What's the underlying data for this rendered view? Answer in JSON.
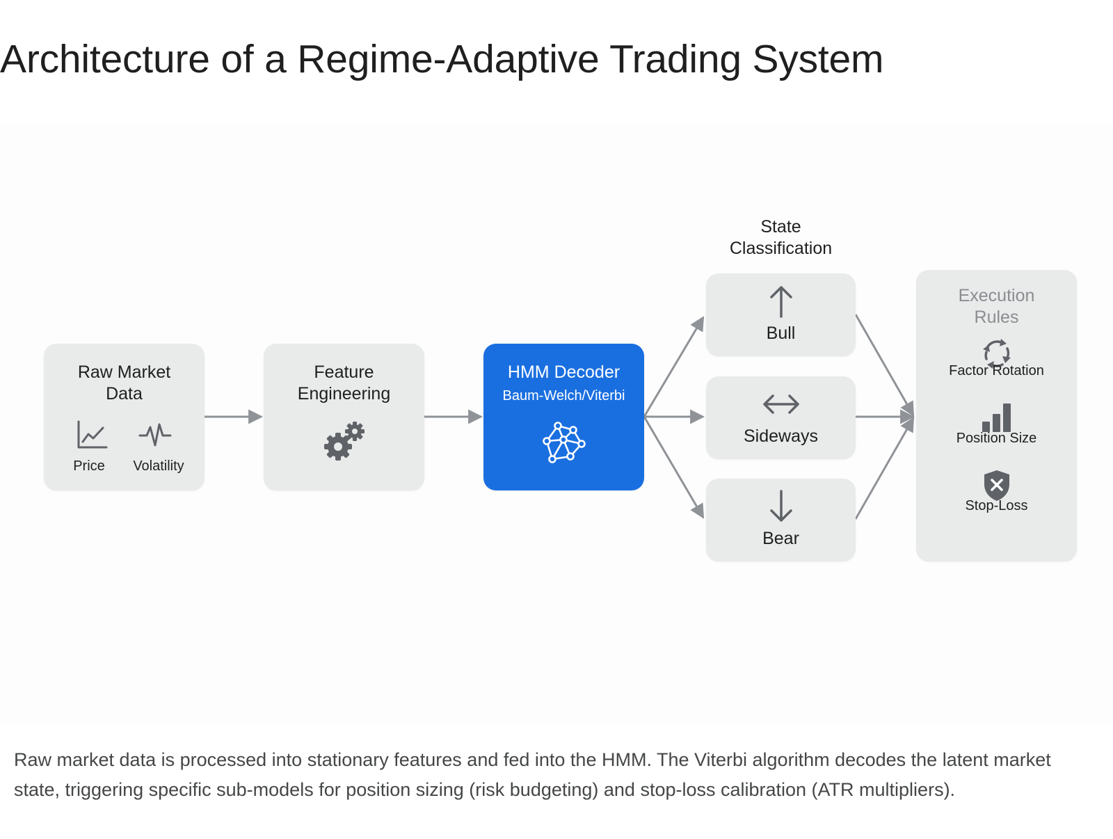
{
  "title": "Architecture of a Regime-Adaptive Trading System",
  "nodes": {
    "raw_market_data": {
      "title_lines": [
        "Raw Market",
        "Data"
      ],
      "items": [
        {
          "label": "Price",
          "icon": "line-chart-icon"
        },
        {
          "label": "Volatility",
          "icon": "pulse-icon"
        }
      ]
    },
    "feature_engineering": {
      "title_lines": [
        "Feature",
        "Engineering"
      ],
      "icon": "gears-icon"
    },
    "hmm_decoder": {
      "title": "HMM Decoder",
      "subtitle": "Baum-Welch/Viterbi",
      "icon": "network-icon",
      "color": "#1a6fe0"
    },
    "state_classification": {
      "heading_lines": [
        "State",
        "Classification"
      ],
      "states": [
        {
          "label": "Bull",
          "icon": "arrow-up-icon"
        },
        {
          "label": "Sideways",
          "icon": "arrow-left-right-icon"
        },
        {
          "label": "Bear",
          "icon": "arrow-down-icon"
        }
      ]
    },
    "execution_rules": {
      "title_lines": [
        "Execution",
        "Rules"
      ],
      "rules": [
        {
          "label": "Factor Rotation",
          "icon": "rotation-icon"
        },
        {
          "label": "Position Size",
          "icon": "bar-chart-icon"
        },
        {
          "label": "Stop-Loss",
          "icon": "shield-x-icon"
        }
      ]
    }
  },
  "caption": "Raw market data is processed into stationary features and fed into the HMM. The Viterbi algorithm decodes the latent market state, triggering specific sub-models for position sizing (risk budgeting) and stop-loss calibration (ATR multipliers).",
  "colors": {
    "box_fill": "#e9eaea",
    "accent": "#1a6fe0",
    "arrow": "#8f9296",
    "icon": "#5f6368"
  }
}
